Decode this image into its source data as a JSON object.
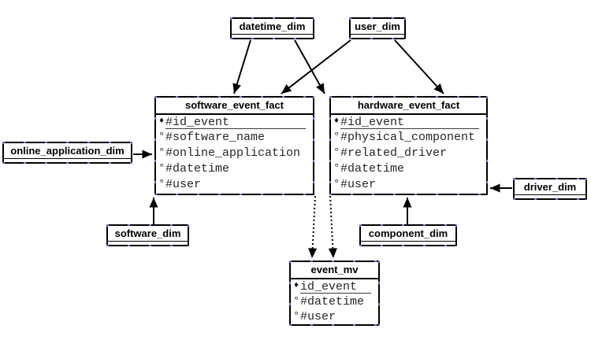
{
  "colors": {
    "line": "#000000",
    "border": "#000000",
    "background": "#ffffff",
    "tick_accent": "#6e6ec8",
    "field_text": "#262626"
  },
  "dim_boxes": {
    "datetime": {
      "title": "datetime_dim"
    },
    "user": {
      "title": "user_dim"
    },
    "online_application": {
      "title": "online_application_dim"
    },
    "software": {
      "title": "software_dim"
    },
    "component": {
      "title": "component_dim"
    },
    "driver": {
      "title": "driver_dim"
    }
  },
  "fact_tables": {
    "software_event_fact": {
      "title": "software_event_fact",
      "fields": [
        {
          "bullet": "♦",
          "name": "#id_event",
          "pk": true
        },
        {
          "bullet": "°",
          "name": "#software_name"
        },
        {
          "bullet": "°",
          "name": "#online_application"
        },
        {
          "bullet": "°",
          "name": "#datetime"
        },
        {
          "bullet": "°",
          "name": "#user"
        }
      ]
    },
    "hardware_event_fact": {
      "title": "hardware_event_fact",
      "fields": [
        {
          "bullet": "♦",
          "name": "#id_event",
          "pk": true
        },
        {
          "bullet": "°",
          "name": "#physical_component"
        },
        {
          "bullet": "°",
          "name": "#related_driver"
        },
        {
          "bullet": "°",
          "name": "#datetime"
        },
        {
          "bullet": "°",
          "name": "#user"
        }
      ]
    },
    "event_mv": {
      "title": "event_mv",
      "fields": [
        {
          "bullet": "♦",
          "name": "id_event",
          "pk": true
        },
        {
          "bullet": "°",
          "name": "#datetime"
        },
        {
          "bullet": "°",
          "name": "#user"
        }
      ]
    }
  },
  "relationships": [
    {
      "from": "datetime_dim",
      "to": "software_event_fact",
      "style": "solid"
    },
    {
      "from": "datetime_dim",
      "to": "hardware_event_fact",
      "style": "solid"
    },
    {
      "from": "user_dim",
      "to": "software_event_fact",
      "style": "solid"
    },
    {
      "from": "user_dim",
      "to": "hardware_event_fact",
      "style": "solid"
    },
    {
      "from": "online_application_dim",
      "to": "software_event_fact",
      "style": "solid"
    },
    {
      "from": "software_dim",
      "to": "software_event_fact",
      "style": "solid"
    },
    {
      "from": "component_dim",
      "to": "hardware_event_fact",
      "style": "solid"
    },
    {
      "from": "driver_dim",
      "to": "hardware_event_fact",
      "style": "solid"
    },
    {
      "from": "software_event_fact",
      "to": "event_mv",
      "style": "dotted"
    },
    {
      "from": "hardware_event_fact",
      "to": "event_mv",
      "style": "dotted"
    }
  ]
}
